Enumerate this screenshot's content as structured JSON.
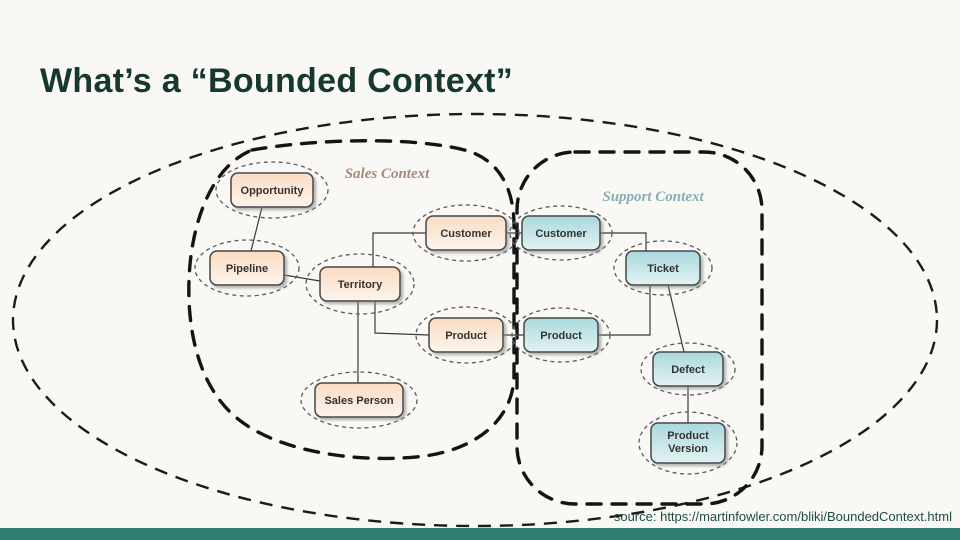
{
  "slide": {
    "title": "What’s a “Bounded Context”",
    "source_text": "source: https://martinfowler.com/bliki/BoundedContext.html"
  },
  "diagram": {
    "sales_context": {
      "label": "Sales Context",
      "entities": {
        "opportunity": "Opportunity",
        "pipeline": "Pipeline",
        "territory": "Territory",
        "sales_person": "Sales Person",
        "customer": "Customer",
        "product": "Product"
      }
    },
    "support_context": {
      "label": "Support Context",
      "entities": {
        "customer": "Customer",
        "product": "Product",
        "ticket": "Ticket",
        "defect": "Defect",
        "product_version_line1": "Product",
        "product_version_line2": "Version"
      }
    },
    "colors": {
      "slide_background": "#f9f8f5",
      "title_text": "#16382f",
      "accent_bar": "#2e7d72",
      "source_text": "#1d4d44",
      "sales_box_top": "#fadcc2",
      "sales_box_bottom": "#fdf4ec",
      "support_box_top": "#a9d8dc",
      "support_box_bottom": "#e4f3f4",
      "sales_label": "#a8887a",
      "support_label": "#86aeb3",
      "boundary_stroke": "#141414"
    }
  }
}
